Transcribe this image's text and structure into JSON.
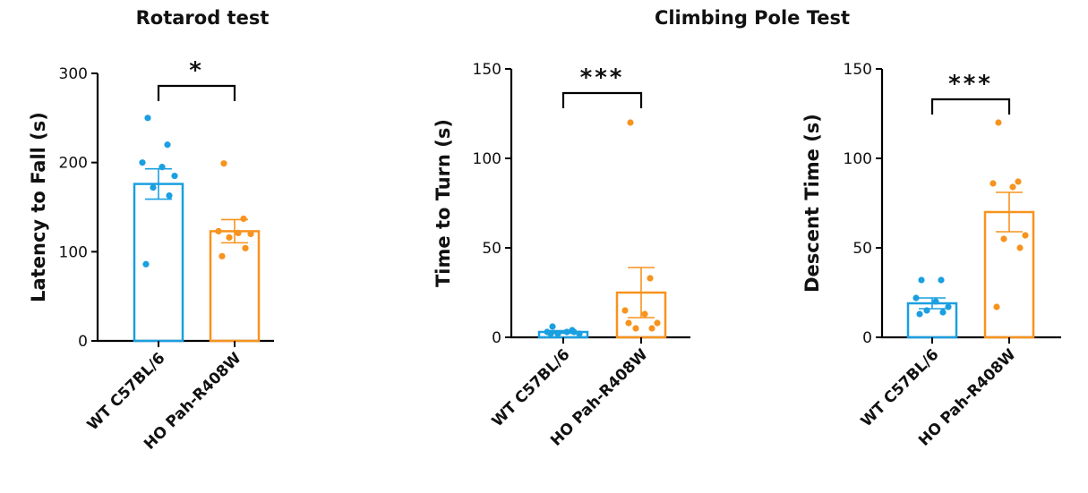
{
  "headings": {
    "left": "Rotarod test",
    "right": "Climbing Pole Test"
  },
  "colors": {
    "wt": "#1a9fe0",
    "ho": "#f7931e",
    "axis": "#000000"
  },
  "chart_data": [
    {
      "type": "bar",
      "title": "Rotarod test",
      "ylabel": "Latency to Fall (s)",
      "ylim": [
        0,
        300
      ],
      "yticks": [
        0,
        100,
        200,
        300
      ],
      "categories": [
        "WT C57BL/6",
        "HO Pah-R408W"
      ],
      "series": [
        {
          "mean": 176,
          "sem": 17,
          "points": [
            250,
            220,
            200,
            195,
            185,
            172,
            163,
            86
          ]
        },
        {
          "mean": 123,
          "sem": 13,
          "points": [
            199,
            137,
            123,
            121,
            120,
            116,
            104,
            95
          ]
        }
      ],
      "significance": "*"
    },
    {
      "type": "bar",
      "title": "",
      "ylabel": "Time to Turn (s)",
      "ylim": [
        0,
        150
      ],
      "yticks": [
        0,
        50,
        100,
        150
      ],
      "categories": [
        "WT C57BL/6",
        "HO Pah-R408W"
      ],
      "series": [
        {
          "mean": 3,
          "sem": 0.7,
          "points": [
            6,
            4,
            3,
            3,
            2,
            2,
            3,
            2
          ]
        },
        {
          "mean": 25,
          "sem": 14,
          "points": [
            120,
            33,
            15,
            13,
            8,
            5,
            5,
            8
          ]
        }
      ],
      "significance": "***"
    },
    {
      "type": "bar",
      "title": "",
      "ylabel": "Descent Time (s)",
      "ylim": [
        0,
        150
      ],
      "yticks": [
        0,
        50,
        100,
        150
      ],
      "categories": [
        "WT C57BL/6",
        "HO Pah-R408W"
      ],
      "series": [
        {
          "mean": 19,
          "sem": 3,
          "points": [
            32,
            32,
            22,
            20,
            17,
            15,
            14,
            13
          ]
        },
        {
          "mean": 70,
          "sem": 11,
          "points": [
            120,
            87,
            86,
            84,
            57,
            55,
            50,
            17
          ]
        }
      ],
      "significance": "***"
    }
  ]
}
